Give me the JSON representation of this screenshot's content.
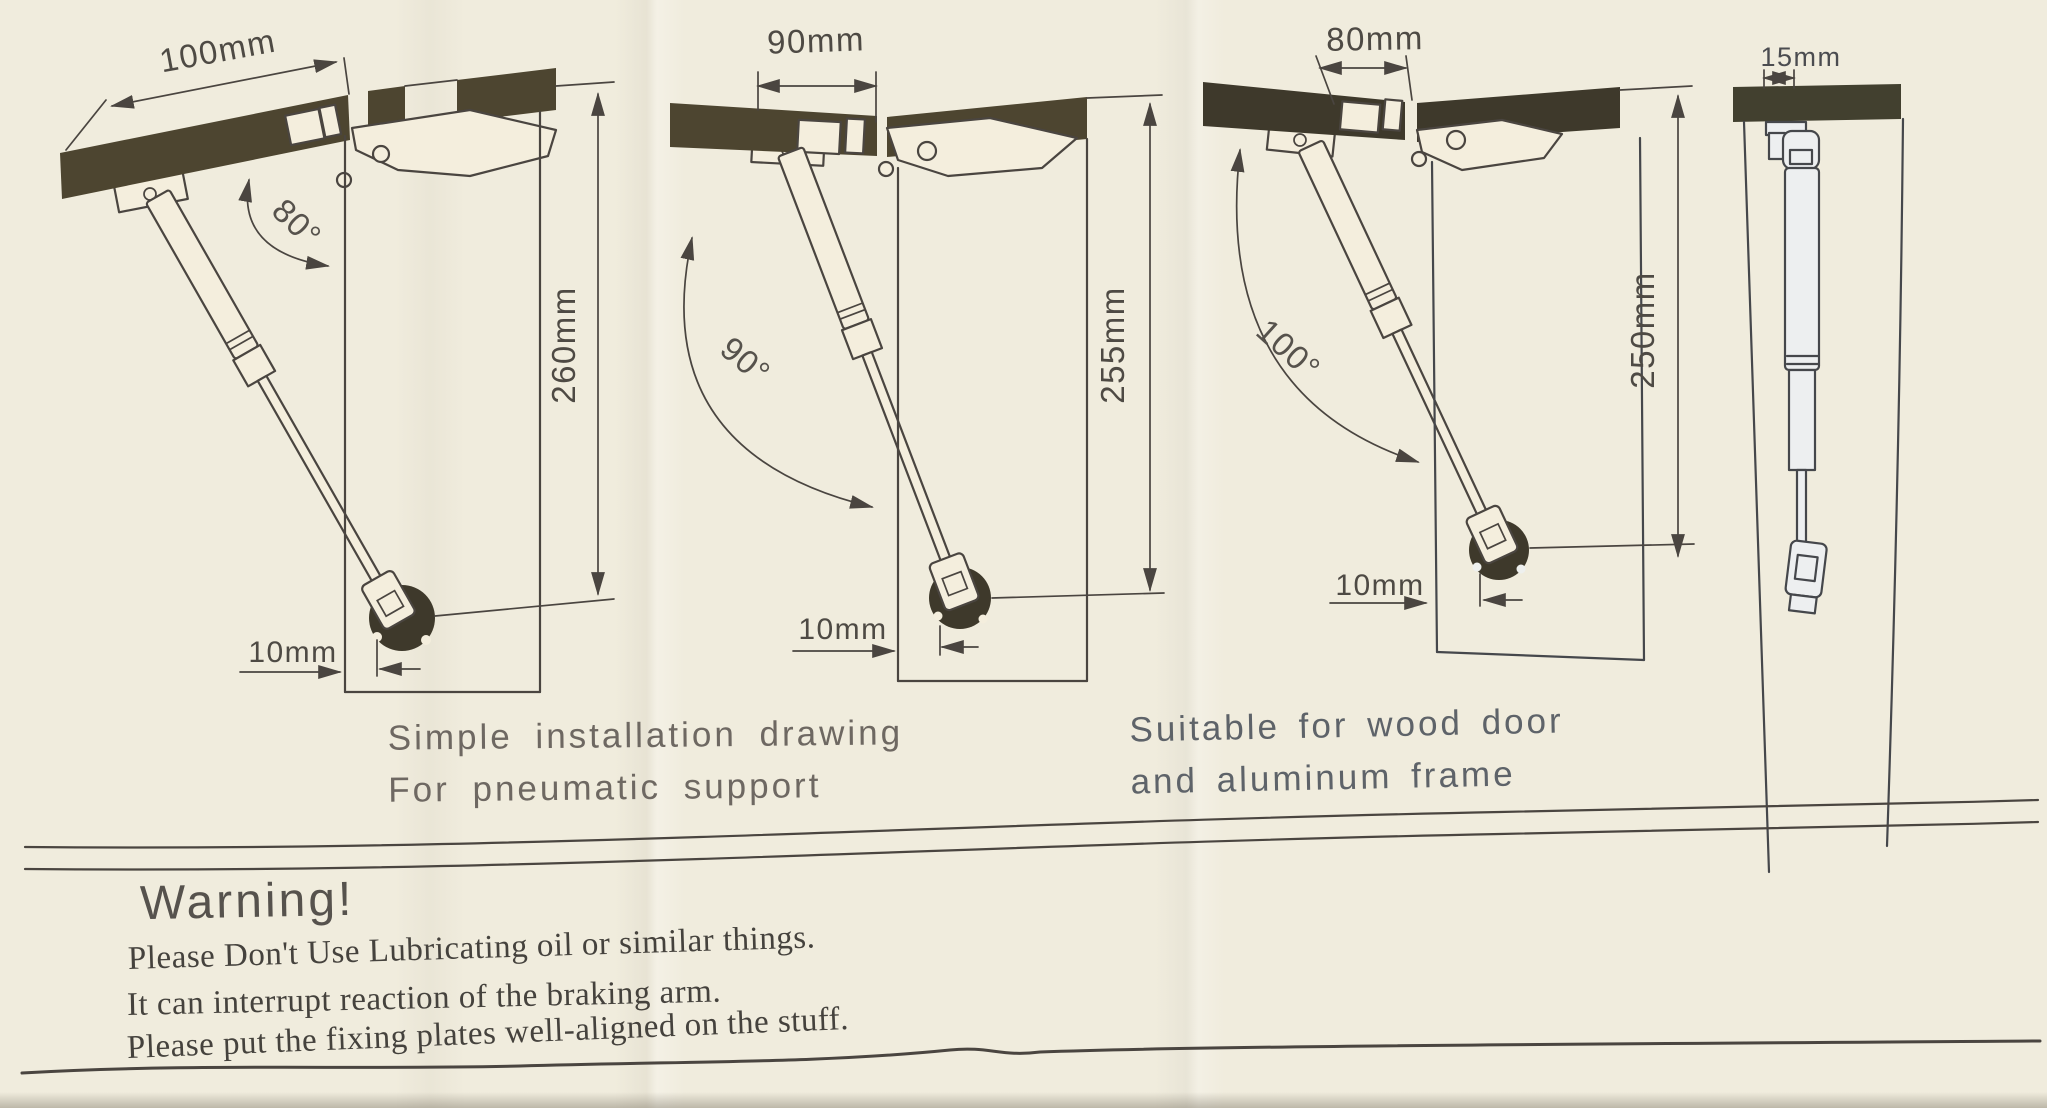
{
  "sheet": {
    "diagrams": [
      {
        "name": "open-80-degree",
        "width_label": "100mm",
        "angle_label": "80°",
        "length_label": "260mm",
        "offset_label": "10mm"
      },
      {
        "name": "open-90-degree",
        "width_label": "90mm",
        "angle_label": "90°",
        "length_label": "255mm",
        "offset_label": "10mm"
      },
      {
        "name": "open-100-degree",
        "width_label": "80mm",
        "angle_label": "100°",
        "length_label": "250mm",
        "offset_label": "10mm"
      },
      {
        "name": "closed-position",
        "width_label": "15mm"
      }
    ],
    "captions": {
      "pneumatic_line1": "Simple installation drawing",
      "pneumatic_line2": "For pneumatic support",
      "suitability_line1": "Suitable for wood door",
      "suitability_line2": "and aluminum frame"
    },
    "warning": {
      "title": "Warning!",
      "line1": "Please Don't Use Lubricating oil or similar things.",
      "line2": "It can interrupt reaction of the braking arm.",
      "line3": "Please put the fixing plates well-aligned on the stuff."
    },
    "colors": {
      "paper_warm": "#f2ecda",
      "paper_cool": "#eaeeee",
      "ink": "#4a4540",
      "panel_fill_warm": "#4d4530",
      "panel_fill_dark": "#3e392b",
      "panel_fill_cool": "#42402f",
      "caption_text": "#6e6862"
    }
  }
}
